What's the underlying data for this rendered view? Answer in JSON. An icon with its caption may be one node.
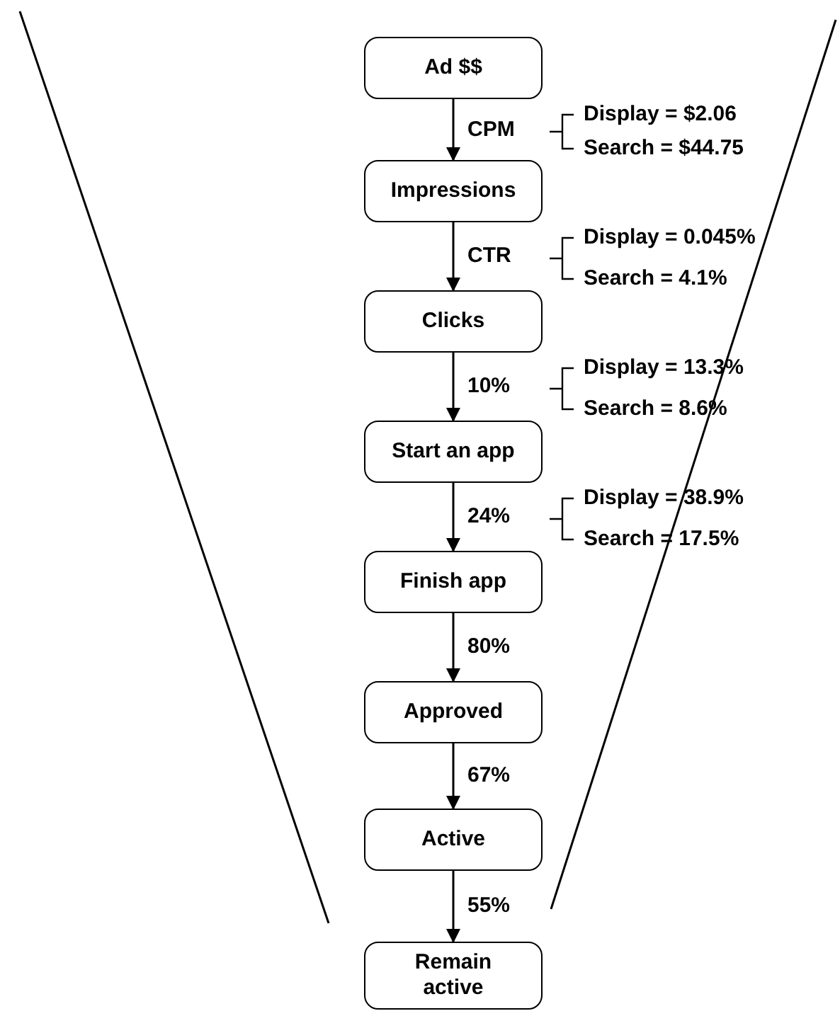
{
  "diagram": {
    "nodes": [
      {
        "text": [
          "Ad $$"
        ]
      },
      {
        "text": [
          "Impressions"
        ]
      },
      {
        "text": [
          "Clicks"
        ]
      },
      {
        "text": [
          "Start an app"
        ]
      },
      {
        "text": [
          "Finish app"
        ]
      },
      {
        "text": [
          "Approved"
        ]
      },
      {
        "text": [
          "Active"
        ]
      },
      {
        "text": [
          "Remain active"
        ]
      }
    ],
    "edges": [
      {
        "from": 0,
        "to": 1,
        "arrow": "to",
        "label": "CPM"
      },
      {
        "from": 1,
        "to": 2,
        "arrow": "to",
        "label": "CTR"
      },
      {
        "from": 2,
        "to": 3,
        "arrow": "to",
        "label": "10%"
      },
      {
        "from": 3,
        "to": 4,
        "arrow": "to",
        "label": "24%"
      },
      {
        "from": 4,
        "to": 5,
        "arrow": "to",
        "label": "80%"
      },
      {
        "from": 5,
        "to": 6,
        "arrow": "to",
        "label": "67%"
      },
      {
        "from": 6,
        "to": 7,
        "arrow": "to",
        "label": "55%"
      }
    ],
    "labels": [
      "Display = $2.06",
      "Search = $44.75",
      "Display = 0.045%",
      "Search = 4.1%",
      "Display = 13.3%",
      "Search = 8.6%",
      "Display = 38.9%",
      "Search = 17.5%"
    ]
  }
}
